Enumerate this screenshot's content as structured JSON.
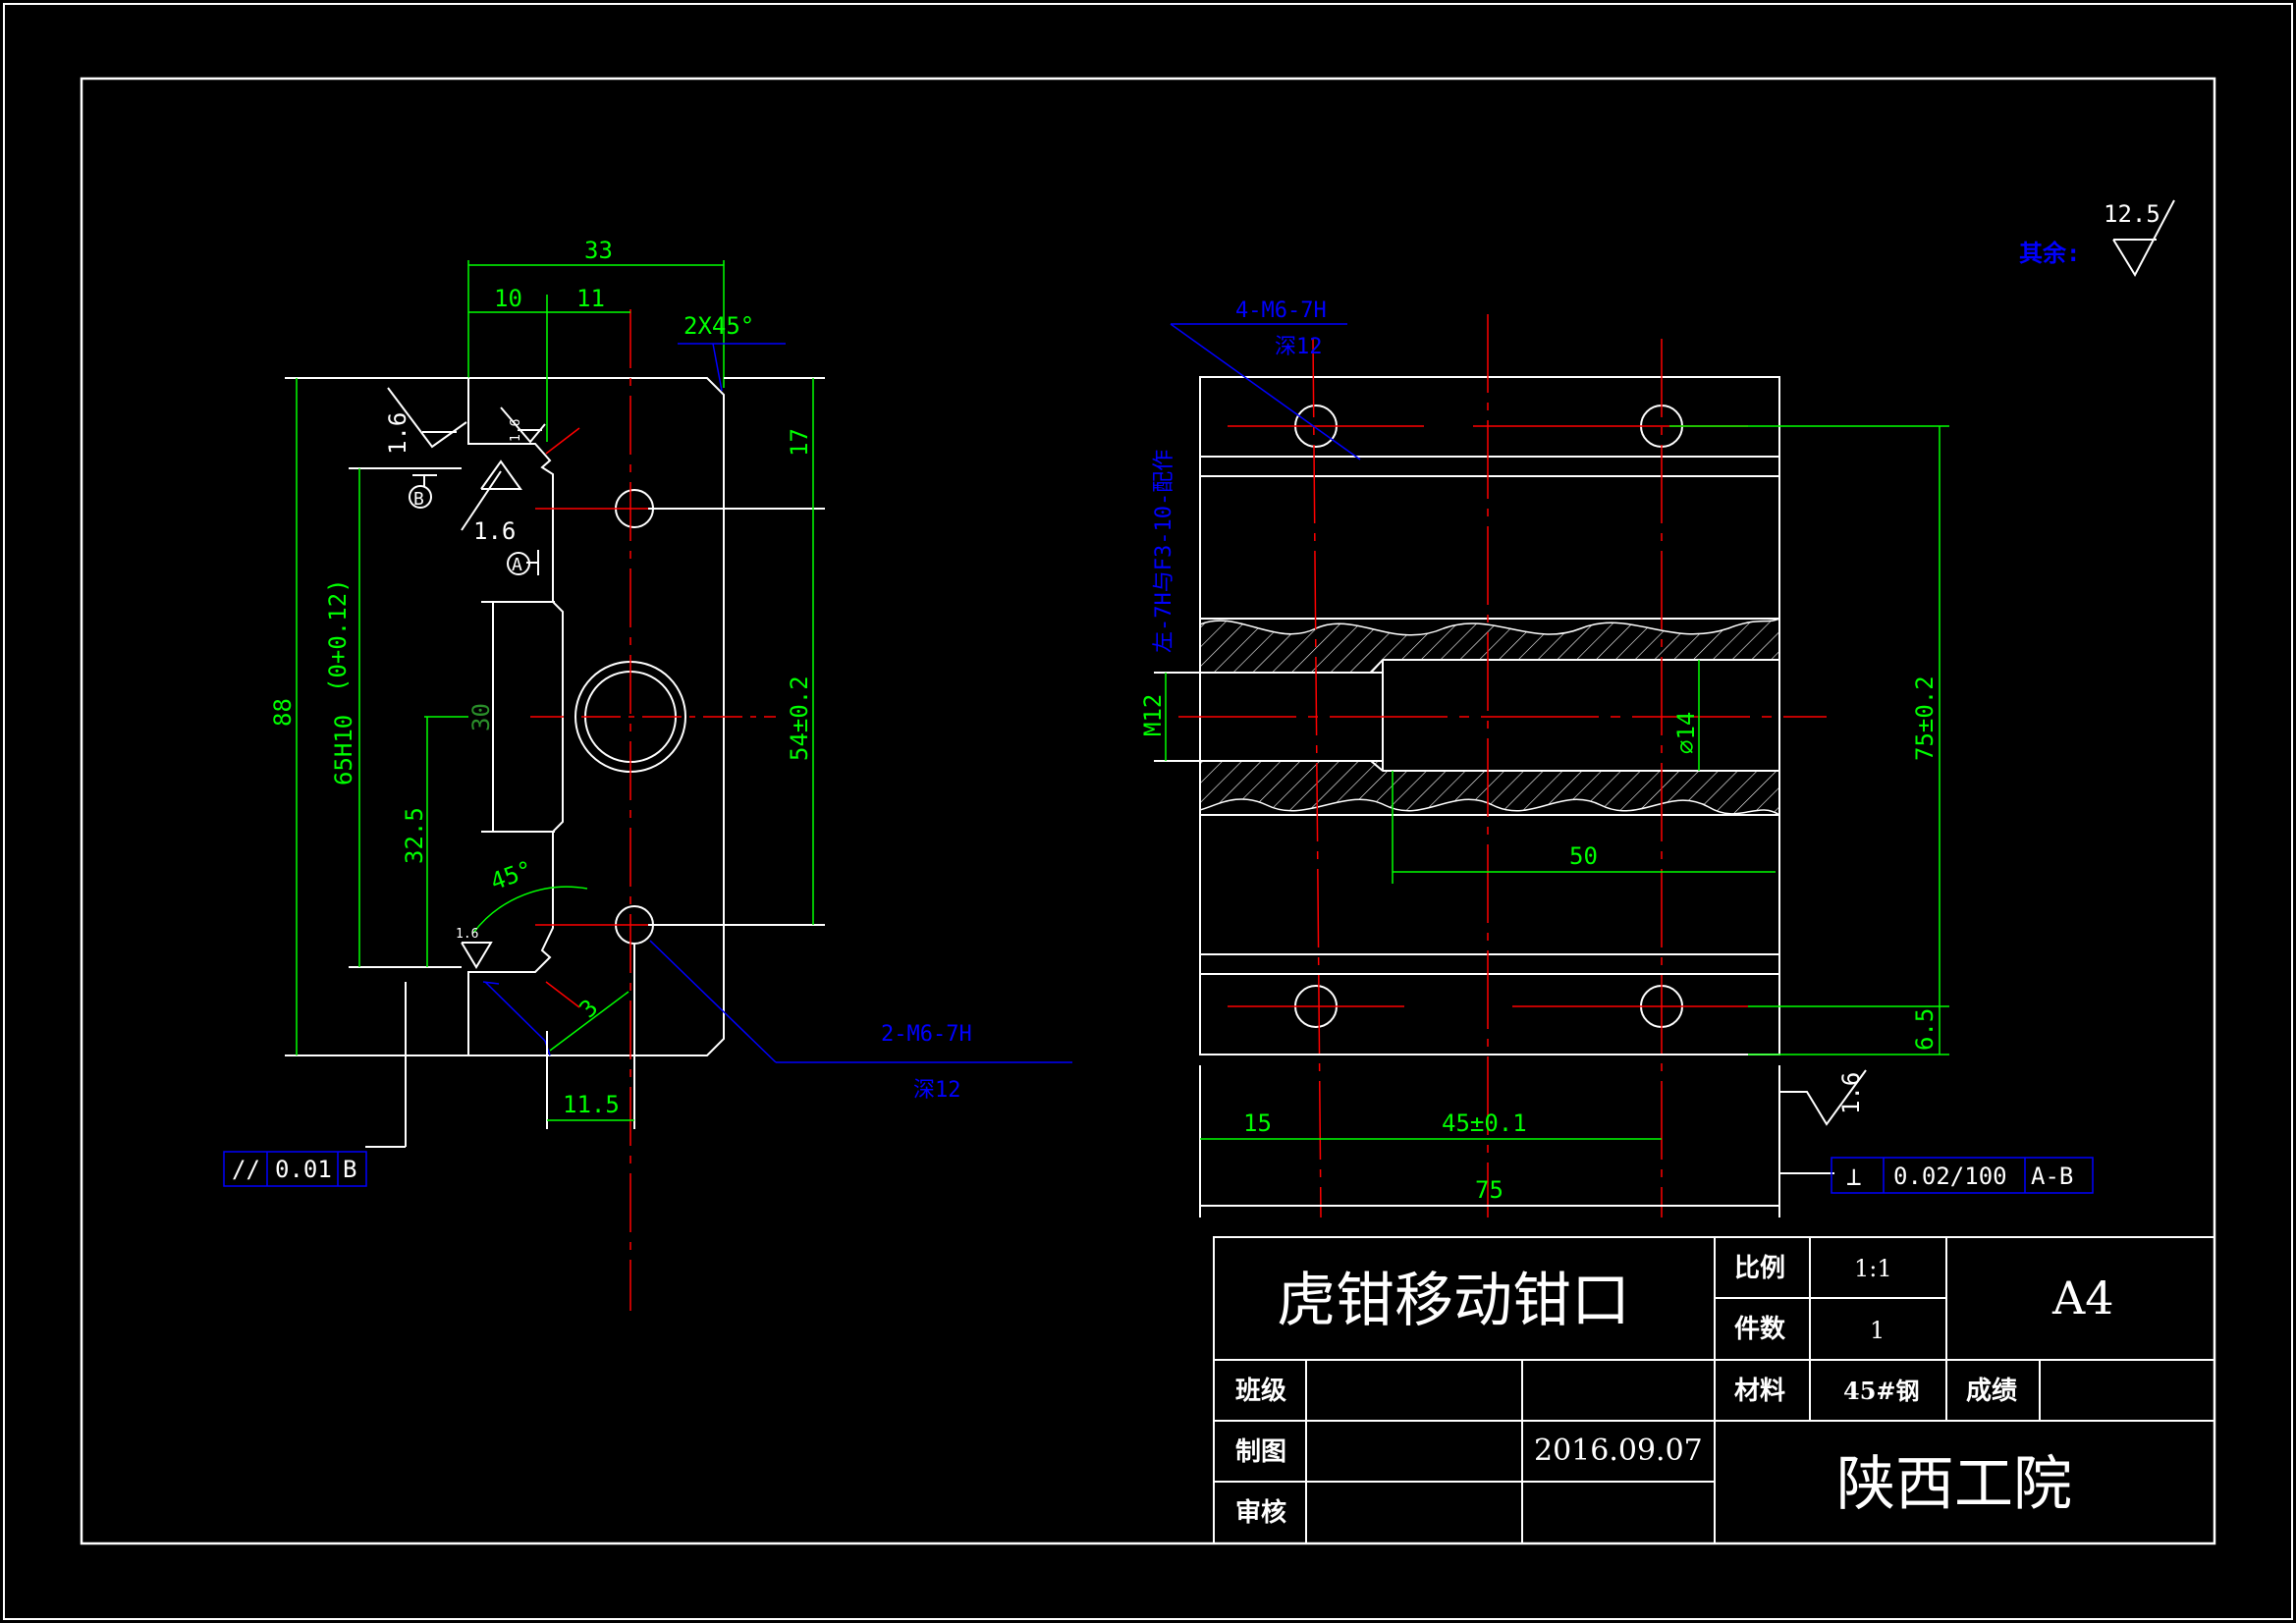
{
  "title_block": {
    "part_name": "虎钳移动钳口",
    "scale_label": "比例",
    "scale_value": "1:1",
    "qty_label": "件数",
    "qty_value": "1",
    "sheet_size": "A4",
    "class_label": "班级",
    "material_label": "材料",
    "material_value": "45#钢",
    "grade_label": "成绩",
    "drawn_label": "制图",
    "date": "2016.09.07",
    "check_label": "审核",
    "school": "陕西工院"
  },
  "general_roughness": {
    "label": "其余:",
    "value": "12.5"
  },
  "front_view": {
    "dims": {
      "width_total": "33",
      "step_a": "10",
      "step_b": "11",
      "chamfer": "2X45°",
      "height_total": "88",
      "slot_fit": "65H10",
      "slot_fit_tol": "(0+0.12)",
      "slot_depth": "30",
      "center_offset": "32.5",
      "hole_top": "17",
      "hole_pitch": "54±0.2",
      "angle": "45°",
      "small": "3",
      "bottom_offset": "11.5"
    },
    "roughness": {
      "big": "1.6",
      "small_a": "1.6",
      "small_b": "1.6",
      "small_c": "1.6"
    },
    "datums": {
      "b": "B",
      "a": "A"
    },
    "hole_note": {
      "thread": "2-M6-7H",
      "depth": "深12"
    },
    "tolerance": {
      "symbol": "//",
      "value": "0.01",
      "datum": "B"
    }
  },
  "side_view": {
    "hole_note": {
      "thread": "4-M6-7H",
      "depth": "深12"
    },
    "side_note": "左-7H与F3-10-配作",
    "dims": {
      "thread_dia": "M12",
      "bore": "⌀14",
      "bore_len": "50",
      "height": "75±0.2",
      "bottom_offset": "6.5",
      "left_offset": "15",
      "hole_pitch": "45±0.1",
      "width": "75"
    },
    "roughness": "1.6",
    "tolerance": {
      "symbol": "⊥",
      "value": "0.02/100",
      "datum": "A-B"
    }
  },
  "colors": {
    "outline": "#ffffff",
    "dimension": "#00ff00",
    "centerline": "#ff0000",
    "annotation": "#0000ff"
  }
}
